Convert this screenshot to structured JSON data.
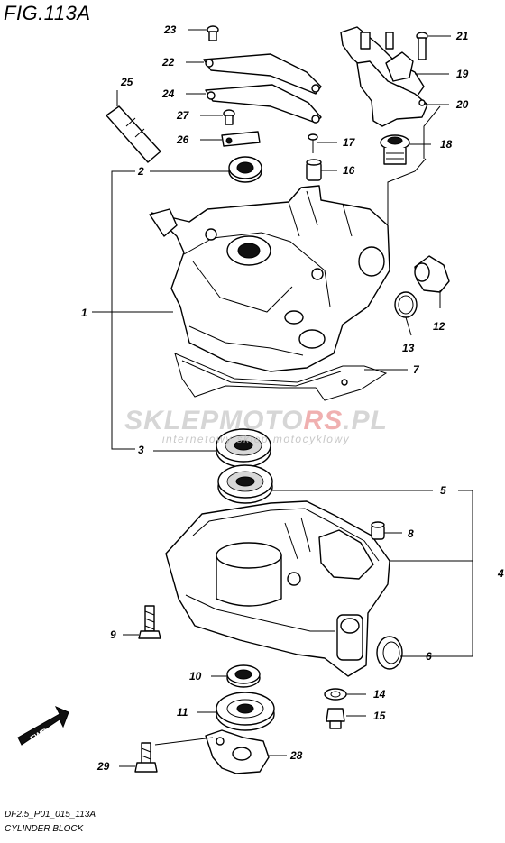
{
  "figure": {
    "title": "FIG.113A",
    "code": "DF2.5_P01_015_113A",
    "name": "CYLINDER BLOCK"
  },
  "watermark": {
    "brand_main": "SKLEPMOTO",
    "brand_accent": "RS",
    "brand_tail": ".PL",
    "subtitle": "internetowy sklep motocyklowy"
  },
  "direction": {
    "label": "FWD"
  },
  "callouts": {
    "c1": "1",
    "c2": "2",
    "c3": "3",
    "c4": "4",
    "c5": "5",
    "c6": "6",
    "c7": "7",
    "c8": "8",
    "c9": "9",
    "c10": "10",
    "c11": "11",
    "c12": "12",
    "c13": "13",
    "c14": "14",
    "c15": "15",
    "c16": "16",
    "c17": "17",
    "c18": "18",
    "c19": "19",
    "c20": "20",
    "c21": "21",
    "c22": "22",
    "c23": "23",
    "c24": "24",
    "c25": "25",
    "c26": "26",
    "c27": "27",
    "c28": "28",
    "c29": "29"
  },
  "colors": {
    "ink": "#000000",
    "background": "#ffffff",
    "watermark_grey": "#c8c8c8",
    "watermark_red": "#eb9696"
  }
}
